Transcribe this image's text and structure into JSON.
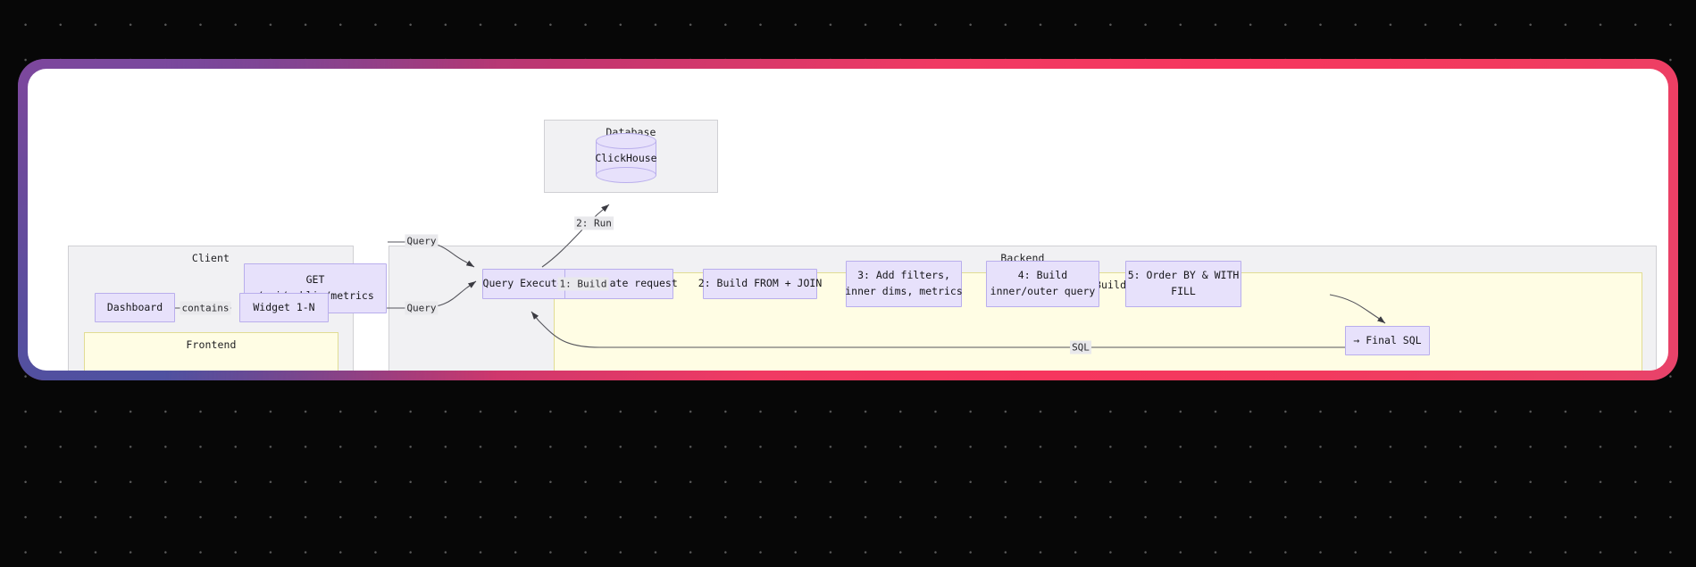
{
  "theme": {
    "page_background": "#070707",
    "dot_color": "#5a5a5a",
    "frame_gradient_start": "#7c4a9e",
    "frame_gradient_end": "#f6365e",
    "card_background": "#ffffff",
    "node_fill": "#e7e1fb",
    "node_stroke": "#b9aeec",
    "cluster_gray_fill": "#f1f1f3",
    "cluster_yellow_fill": "#fffde4",
    "cluster_yellow_stroke": "#e1dc94",
    "edge_stroke": "#55555c",
    "edge_label_background": "#e9e9ec"
  },
  "diagram": {
    "type": "flowchart",
    "clusters": [
      {
        "id": "client",
        "label": "Client"
      },
      {
        "id": "frontend",
        "label": "Frontend"
      },
      {
        "id": "database",
        "label": "Database"
      },
      {
        "id": "backend",
        "label": "Backend"
      },
      {
        "id": "querybuilder",
        "label": "Query Builder"
      }
    ],
    "nodes": {
      "get_request": {
        "line1": "GET",
        "line2": "/api/public/metrics"
      },
      "dashboard": {
        "label": "Dashboard"
      },
      "widget": {
        "label": "Widget 1-N"
      },
      "clickhouse": {
        "label": "ClickHouse"
      },
      "query_executor": {
        "label": "Query Executor"
      },
      "step1": {
        "label": "1: Validate request"
      },
      "step2": {
        "label": "2: Build FROM + JOIN"
      },
      "step3": {
        "line1": "3: Add filters,",
        "line2": "inner dims, metrics"
      },
      "step4": {
        "line1": "4: Build",
        "line2": "inner/outer query"
      },
      "step5": {
        "line1": "5: Order BY & WITH",
        "line2": "FILL"
      },
      "final_sql": {
        "label": "→ Final SQL"
      }
    },
    "edge_labels": {
      "contains": "contains",
      "query_top": "Query",
      "query_bottom": "Query",
      "run": "2: Run",
      "build": "1: Build",
      "sql": "SQL"
    }
  }
}
